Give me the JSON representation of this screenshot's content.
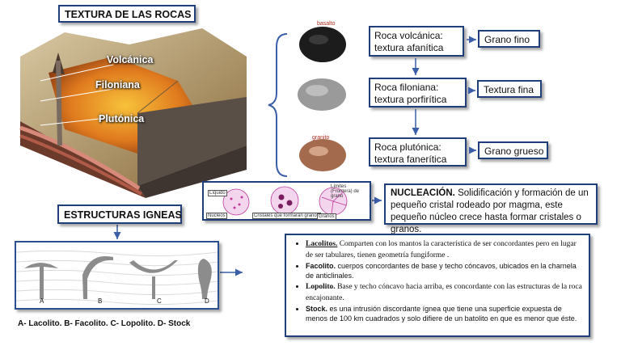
{
  "title_texture": "TEXTURA DE LAS ROCAS",
  "title_structures": "ESTRUCTURAS IGNEAS",
  "landscape_labels": {
    "volcanic": "Volcánica",
    "filonian": "Filoniana",
    "plutonic": "Plutónica"
  },
  "rocks": [
    {
      "tag": "basalto",
      "label_line1": "Roca volcánica:",
      "label_line2": "textura afanítica",
      "grain": "Grano fino"
    },
    {
      "tag": "",
      "label_line1": "Roca filoniana:",
      "label_line2": "textura porfirítica",
      "grain": "Textura fina"
    },
    {
      "tag": "granito",
      "label_line1": "Roca plutónica:",
      "label_line2": "textura fanerítica",
      "grain": "Grano grueso"
    }
  ],
  "nucleation": {
    "heading": "NUCLEACIÓN.",
    "text": " Solidificación y formación de un pequeño cristal rodeado por magma, este pequeño núcleo crece hasta formar cristales o granos.",
    "labels": {
      "liquido": "Líquido",
      "nucleos": "Núcleos",
      "cristales": "Cristales que formarán granos",
      "limites": "Límites (Frontera) de grano",
      "granos": "Granos"
    }
  },
  "structure_letters": [
    "A",
    "B",
    "C",
    "D"
  ],
  "structures_caption": "A- Lacolito. B- Facolito. C- Lopolito. D- Stock",
  "structures_list": [
    {
      "term": "Lacolitos.",
      "text": " Comparten con los mantos la característica de ser concordantes pero en lugar de ser tabulares, tienen geometría fungiforme ."
    },
    {
      "term": "Facolito.",
      "text": " cuerpos concordantes de base y techo cóncavos, ubicados en la charnela de anticlinales."
    },
    {
      "term": "Lopolito.",
      "text": " Base y techo cóncavo hacia arriba, es concordante con las estructuras de la roca encajonante."
    },
    {
      "term": "Stock.",
      "text": " es una intrusión discordante ígnea que tiene una superficie expuesta de menos de 100 km cuadrados y solo difiere de un batolito en que es menor que éste."
    }
  ],
  "colors": {
    "box_border": "#1f3f7a",
    "arrow": "#3b5ea8",
    "nucleus": "#c03a9a"
  }
}
